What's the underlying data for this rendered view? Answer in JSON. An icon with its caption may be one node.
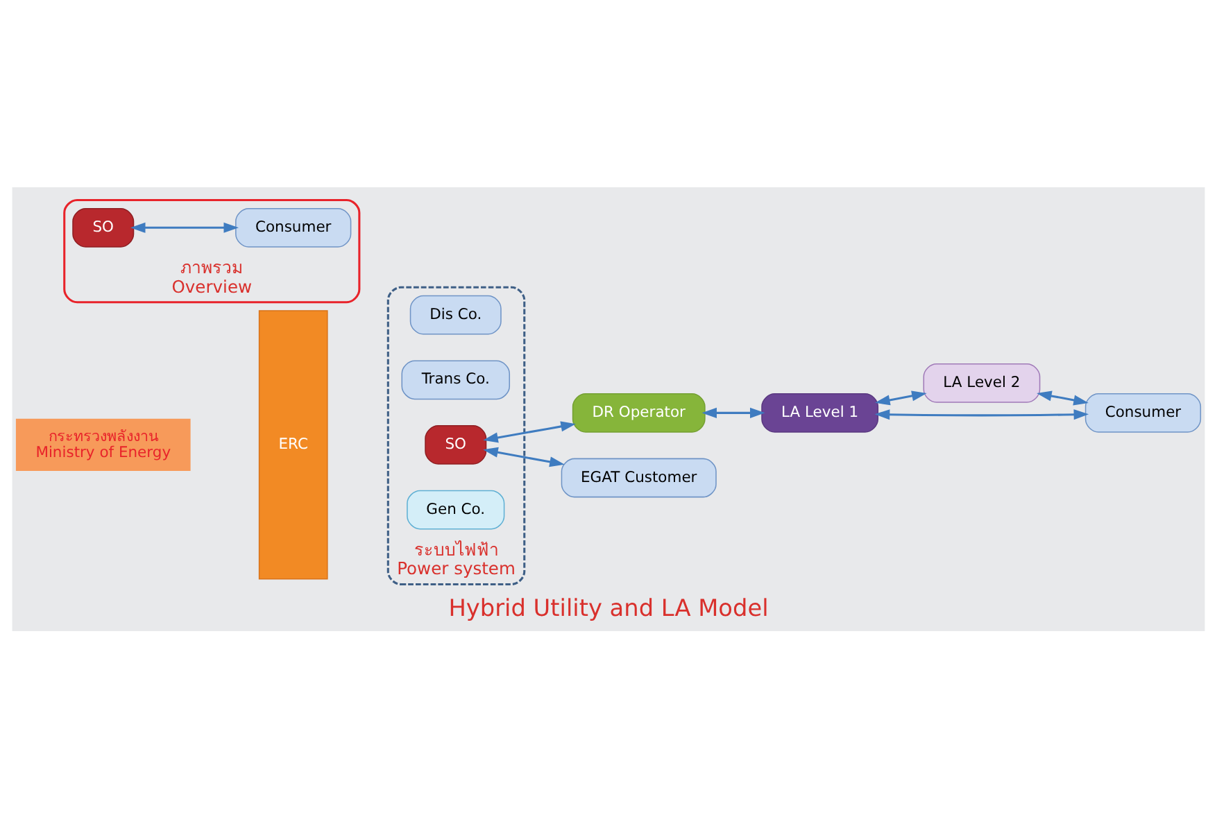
{
  "diagram": {
    "caption": "Hybrid Utility and LA Model",
    "nodes": [
      {
        "text": [
          "กระทรวงพลังงาน",
          "Ministry of Energy"
        ]
      },
      {
        "text": [
          "ภาพรวม",
          "Overview"
        ]
      },
      {
        "text": [
          "SO"
        ],
        "in": 1
      },
      {
        "text": [
          "Consumer"
        ],
        "in": 1
      },
      {
        "text": [
          "ERC"
        ]
      },
      {
        "text": [
          "ระบบไฟฟ้า",
          "Power system"
        ]
      },
      {
        "text": [
          "Gen Co."
        ],
        "in": 5
      },
      {
        "text": [
          "SO"
        ],
        "in": 5
      },
      {
        "text": [
          "Trans Co."
        ],
        "in": 5
      },
      {
        "text": [
          "Dis Co."
        ],
        "in": 5
      },
      {
        "text": [
          "DR Operator"
        ]
      },
      {
        "text": [
          "LA Level 1"
        ]
      },
      {
        "text": [
          "LA Level 2"
        ]
      },
      {
        "text": [
          "EGAT Customer"
        ]
      },
      {
        "text": [
          "Consumer"
        ]
      }
    ],
    "edges": [
      {
        "from": 2,
        "to": 3,
        "arrow": "both"
      },
      {
        "from": 7,
        "to": 10,
        "arrow": "both"
      },
      {
        "from": 10,
        "to": 11,
        "arrow": "both"
      },
      {
        "from": 11,
        "to": 12,
        "arrow": "both"
      },
      {
        "from": 7,
        "to": 13,
        "arrow": "both"
      },
      {
        "from": 11,
        "to": 14,
        "arrow": "both"
      },
      {
        "from": 12,
        "to": 14,
        "arrow": "both"
      }
    ]
  }
}
